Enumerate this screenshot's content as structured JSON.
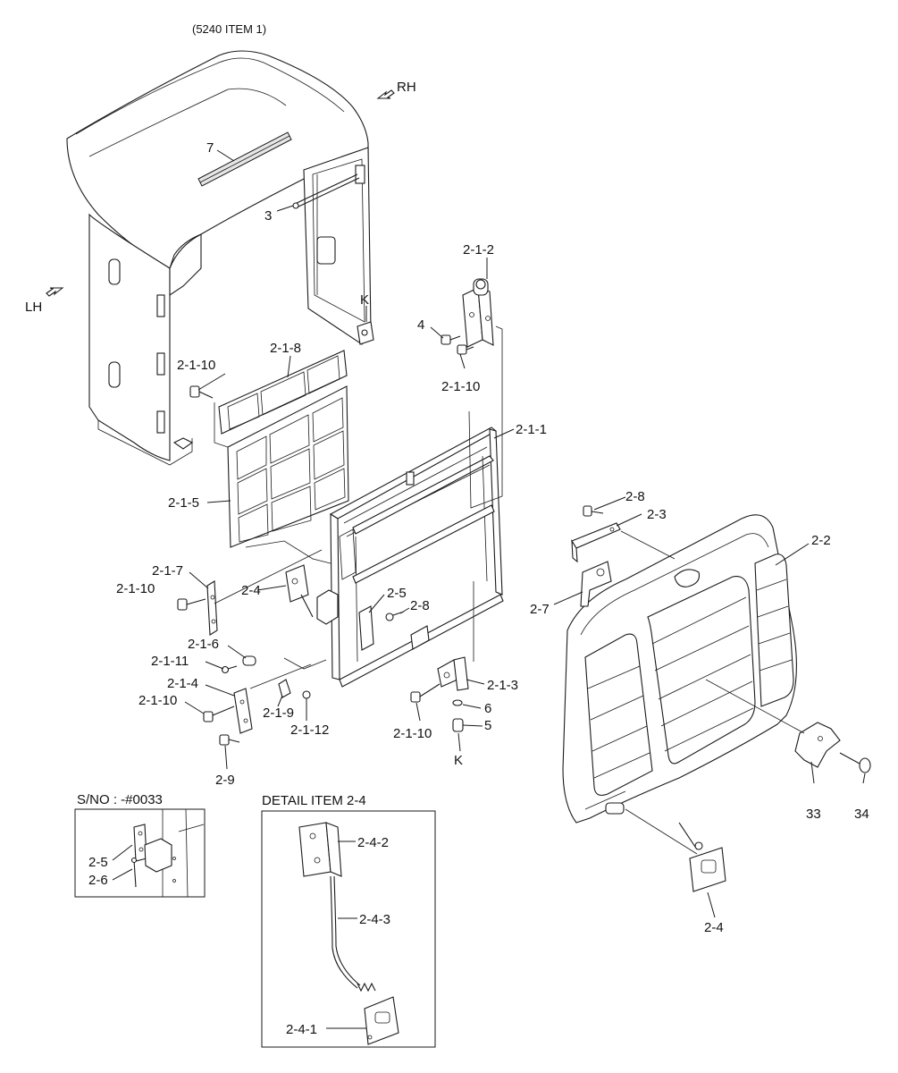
{
  "header": {
    "reference": "(5240 ITEM 1)"
  },
  "directions": {
    "rh": "RH",
    "lh": "LH"
  },
  "callouts": {
    "c7": "7",
    "c3": "3",
    "cK_top": "K",
    "c2_1_2": "2-1-2",
    "c4": "4",
    "c2_1_10_a": "2-1-10",
    "c2_1_8": "2-1-8",
    "c2_1_10_b": "2-1-10",
    "c2_1_1": "2-1-1",
    "c2_1_5": "2-1-5",
    "c2_8_a": "2-8",
    "c2_3": "2-3",
    "c2_2": "2-2",
    "c2_1_7": "2-1-7",
    "c2_1_10_c": "2-1-10",
    "c2_4_a": "2-4",
    "c2_5_a": "2-5",
    "c2_8_b": "2-8",
    "c2_7": "2-7",
    "c2_1_6": "2-1-6",
    "c2_1_11": "2-1-11",
    "c2_1_4": "2-1-4",
    "c2_1_10_d": "2-1-10",
    "c2_1_9": "2-1-9",
    "c2_1_12": "2-1-12",
    "c2_1_3": "2-1-3",
    "c6": "6",
    "c2_1_10_e": "2-1-10",
    "c5": "5",
    "cK_bottom": "K",
    "c2_9": "2-9",
    "c33": "33",
    "c34": "34",
    "c2_4_b": "2-4"
  },
  "serial_box": {
    "title": "S/NO : -#0033",
    "c2_5": "2-5",
    "c2_6": "2-6"
  },
  "detail_box": {
    "title": "DETAIL ITEM 2-4",
    "c2_4_2": "2-4-2",
    "c2_4_3": "2-4-3",
    "c2_4_1": "2-4-1"
  }
}
